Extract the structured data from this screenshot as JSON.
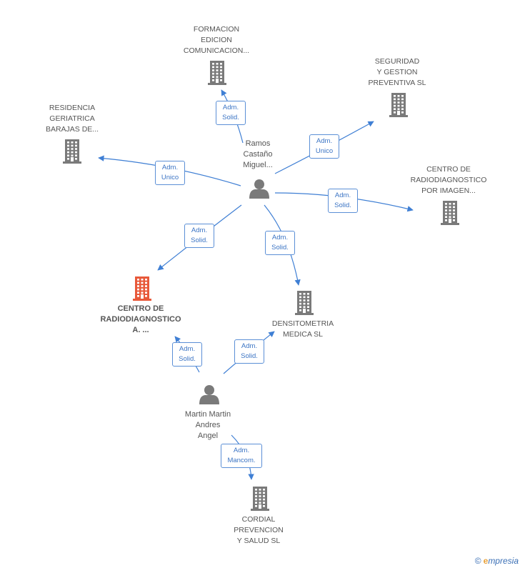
{
  "companies": [
    {
      "id": "formacion",
      "lines": [
        "FORMACION",
        "EDICION",
        "COMUNICACION..."
      ],
      "highlight": false
    },
    {
      "id": "seguridad",
      "lines": [
        "SEGURIDAD",
        "Y GESTION",
        "PREVENTIVA SL"
      ],
      "highlight": false
    },
    {
      "id": "residencia",
      "lines": [
        "RESIDENCIA",
        "GERIATRICA",
        "BARAJAS DE..."
      ],
      "highlight": false
    },
    {
      "id": "centro-imagen",
      "lines": [
        "CENTRO DE",
        "RADIODIAGNOSTICO",
        "POR IMAGEN..."
      ],
      "highlight": false
    },
    {
      "id": "centro-a",
      "lines": [
        "CENTRO DE",
        "RADIODIAGNOSTICO",
        "A. ..."
      ],
      "highlight": true
    },
    {
      "id": "densitometria",
      "lines": [
        "DENSITOMETRIA",
        "MEDICA SL"
      ],
      "highlight": false
    },
    {
      "id": "cordial",
      "lines": [
        "CORDIAL",
        "PREVENCION",
        "Y SALUD SL"
      ],
      "highlight": false
    }
  ],
  "persons": [
    {
      "id": "ramos",
      "lines": [
        "Ramos",
        "Castaño",
        "Miguel..."
      ]
    },
    {
      "id": "martin",
      "lines": [
        "Martin Martin",
        "Andres",
        "Angel"
      ]
    }
  ],
  "edges": [
    {
      "id": "ramos-formacion",
      "lines": [
        "Adm.",
        "Solid."
      ]
    },
    {
      "id": "ramos-seguridad",
      "lines": [
        "Adm.",
        "Unico"
      ]
    },
    {
      "id": "ramos-residencia",
      "lines": [
        "Adm.",
        "Unico"
      ]
    },
    {
      "id": "ramos-centro-imagen",
      "lines": [
        "Adm.",
        "Solid."
      ]
    },
    {
      "id": "ramos-centro-a",
      "lines": [
        "Adm.",
        "Solid."
      ]
    },
    {
      "id": "ramos-densitometria",
      "lines": [
        "Adm.",
        "Solid."
      ]
    },
    {
      "id": "martin-centro-a",
      "lines": [
        "Adm.",
        "Solid."
      ]
    },
    {
      "id": "martin-densitometria",
      "lines": [
        "Adm.",
        "Solid."
      ]
    },
    {
      "id": "martin-cordial",
      "lines": [
        "Adm.",
        "Mancom."
      ]
    }
  ],
  "colors": {
    "edge": "#3f7fd4",
    "building": "#7a7a7a",
    "building_highlight": "#e8593a",
    "person": "#7a7a7a"
  },
  "footer": {
    "copyright": "©",
    "brand_initial": "e",
    "brand_rest": "mpresia"
  }
}
